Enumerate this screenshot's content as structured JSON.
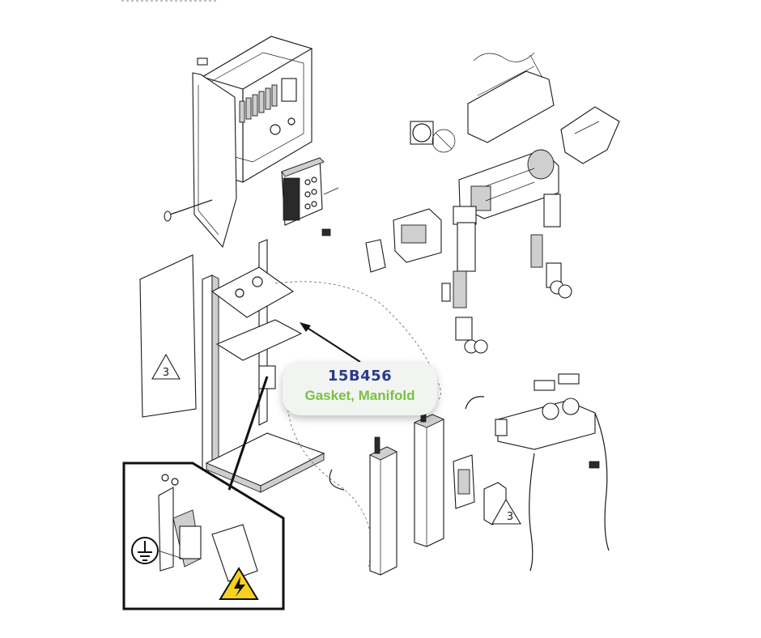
{
  "callout": {
    "part_number": "15B456",
    "part_name": "Gasket, Manifold"
  },
  "reference_marks": {
    "left_panel": "3",
    "right_cover": "3"
  },
  "colors": {
    "part_number": "#2b3a8c",
    "part_name": "#7ac143",
    "warning_fill": "#f7d11e",
    "callout_bg": "#f1f4f1"
  },
  "icons": [
    "ground-symbol-icon",
    "electrical-hazard-icon",
    "warning-triangle-icon"
  ]
}
